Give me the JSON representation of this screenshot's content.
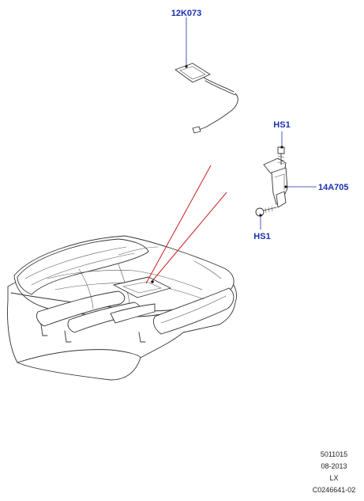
{
  "callouts": {
    "heater_mat": "12K073",
    "screw_top": "HS1",
    "bracket": "14A705",
    "screw_bottom": "HS1"
  },
  "footer": {
    "line1": "5011015",
    "line2": "08-2013",
    "line3": "LX",
    "line4": "C0246641-02"
  },
  "colors": {
    "callout_text": "#1a2fb0",
    "reference_lines": "#cc1f1f",
    "outline": "#333333"
  }
}
